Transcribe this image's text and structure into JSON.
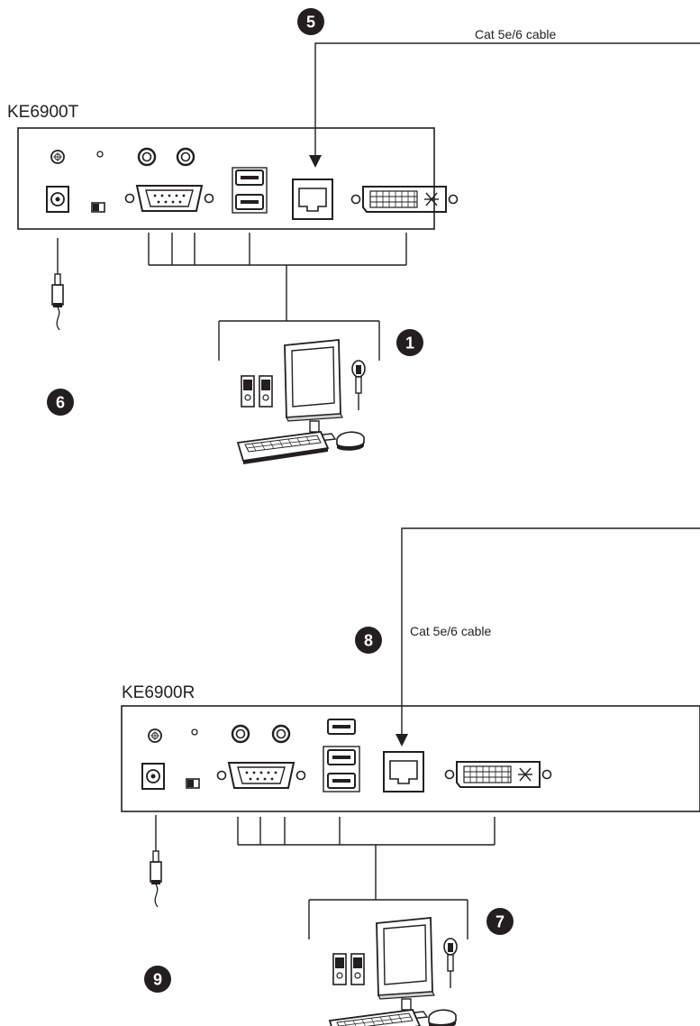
{
  "labels": {
    "transmitter": "KE6900T",
    "receiver": "KE6900R",
    "cable_top": "Cat 5e/6 cable",
    "cable_bottom": "Cat 5e/6 cable"
  },
  "callouts": {
    "c1": "1",
    "c5": "5",
    "c6": "6",
    "c7": "7",
    "c8": "8",
    "c9": "9"
  },
  "icons": [
    "power-jack-icon",
    "switch-icon",
    "audio-jack-icon",
    "serial-port-icon",
    "usb-port-icon",
    "rj45-port-icon",
    "dvi-port-icon",
    "power-adapter-icon",
    "monitor-icon",
    "speakers-icon",
    "microphone-icon",
    "keyboard-icon",
    "mouse-icon"
  ],
  "colors": {
    "line": "#231f20",
    "callout_fill": "#231f20",
    "background": "#ffffff"
  }
}
